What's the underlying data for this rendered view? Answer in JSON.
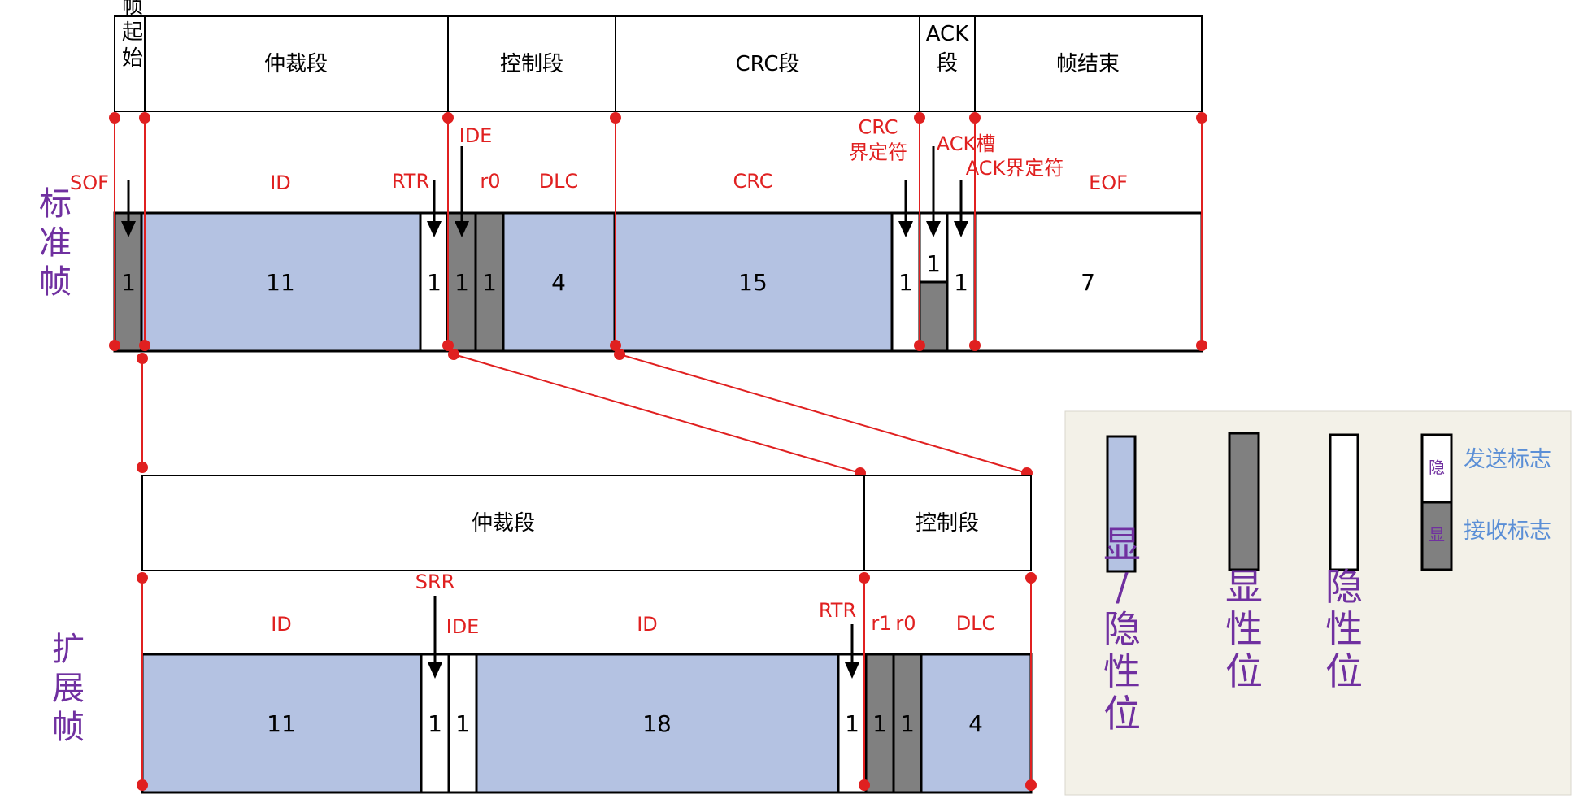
{
  "colors": {
    "explicit_or_implicit": "#b4c2e2",
    "dominant": "#808080",
    "recessive": "#ffffff",
    "line": "#e02020",
    "label": "#7030a0",
    "legend_bg": "#f3f1e8",
    "note": "#5b8fd6"
  },
  "standard_frame": {
    "side_label": "标准帧",
    "segments": [
      {
        "label": "帧起始"
      },
      {
        "label": "仲裁段"
      },
      {
        "label": "控制段"
      },
      {
        "label": "CRC段"
      },
      {
        "label": "ACK段"
      },
      {
        "label": "帧结束"
      }
    ],
    "fields": [
      {
        "label": "SOF"
      },
      {
        "label": "ID"
      },
      {
        "label": "RTR"
      },
      {
        "label": "IDE"
      },
      {
        "label": "r0"
      },
      {
        "label": "DLC"
      },
      {
        "label": "CRC"
      },
      {
        "label": "CRC 界定符"
      },
      {
        "label": "ACK槽"
      },
      {
        "label": "ACK界定符"
      },
      {
        "label": "EOF"
      }
    ],
    "bits": [
      {
        "value": "1",
        "kind": "dominant"
      },
      {
        "value": "11",
        "kind": "explicit_or_implicit"
      },
      {
        "value": "1",
        "kind": "recessive"
      },
      {
        "value": "1",
        "kind": "dominant"
      },
      {
        "value": "1",
        "kind": "dominant"
      },
      {
        "value": "4",
        "kind": "explicit_or_implicit"
      },
      {
        "value": "15",
        "kind": "explicit_or_implicit"
      },
      {
        "value": "1",
        "kind": "recessive"
      },
      {
        "value": "1",
        "kind": "send_recv"
      },
      {
        "value": "1",
        "kind": "recessive"
      },
      {
        "value": "7",
        "kind": "recessive"
      }
    ]
  },
  "extended_frame": {
    "side_label": "扩展帧",
    "segments": [
      {
        "label": "仲裁段"
      },
      {
        "label": "控制段"
      }
    ],
    "fields": [
      {
        "label": "ID"
      },
      {
        "label": "SRR"
      },
      {
        "label": "IDE"
      },
      {
        "label": "ID"
      },
      {
        "label": "RTR"
      },
      {
        "label": "r1"
      },
      {
        "label": "r0"
      },
      {
        "label": "DLC"
      }
    ],
    "bits": [
      {
        "value": "11",
        "kind": "explicit_or_implicit"
      },
      {
        "value": "1",
        "kind": "recessive"
      },
      {
        "value": "1",
        "kind": "recessive"
      },
      {
        "value": "18",
        "kind": "explicit_or_implicit"
      },
      {
        "value": "1",
        "kind": "recessive"
      },
      {
        "value": "1",
        "kind": "dominant"
      },
      {
        "value": "1",
        "kind": "dominant"
      },
      {
        "value": "4",
        "kind": "explicit_or_implicit"
      }
    ]
  },
  "legend": {
    "items": [
      {
        "label": "显/隐性位",
        "kind": "explicit_or_implicit"
      },
      {
        "label": "显性位",
        "kind": "dominant"
      },
      {
        "label": "隐性位",
        "kind": "recessive"
      }
    ],
    "send_recv": {
      "top_char": "隐",
      "bottom_char": "显",
      "send_label": "发送标志",
      "recv_label": "接收标志"
    }
  }
}
